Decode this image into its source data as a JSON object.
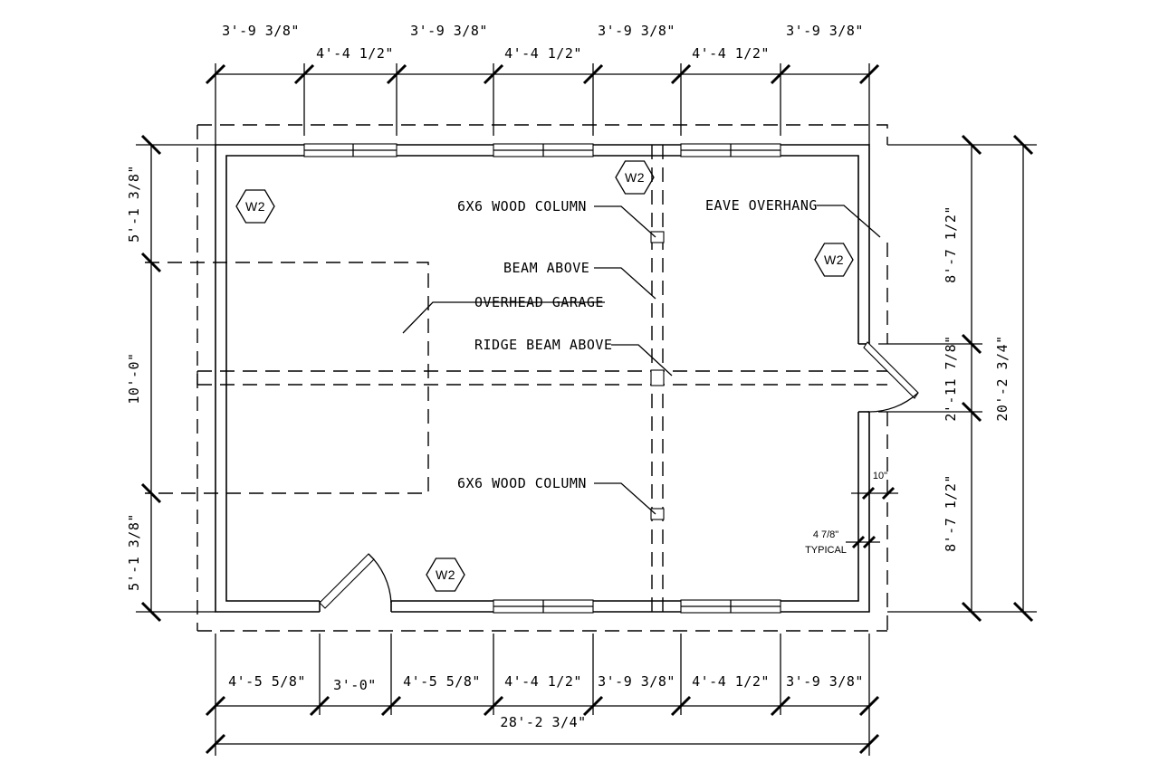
{
  "dimensions": {
    "top_upper": [
      "3'-9 3/8\"",
      "3'-9 3/8\"",
      "3'-9 3/8\"",
      "3'-9 3/8\""
    ],
    "top_lower": [
      "4'-4 1/2\"",
      "4'-4 1/2\"",
      "4'-4 1/2\""
    ],
    "bottom": [
      "4'-5 5/8\"",
      "3'-0\"",
      "4'-5 5/8\"",
      "4'-4 1/2\"",
      "3'-9 3/8\"",
      "4'-4 1/2\"",
      "3'-9 3/8\""
    ],
    "bottom_total": "28'-2 3/4\"",
    "left": [
      "5'-1 3/8\"",
      "10'-0\"",
      "5'-1 3/8\""
    ],
    "right_inner": [
      "8'-7 1/2\"",
      "2'-11 7/8\"",
      "8'-7 1/2\""
    ],
    "right_total": "20'-2 3/4\"",
    "wall_offset": "10\"",
    "wall_thickness": "4 7/8\"",
    "wall_thickness_note": "TYPICAL"
  },
  "labels": {
    "column_top": "6X6 WOOD COLUMN",
    "beam": "BEAM ABOVE",
    "garage": "OVERHEAD GARAGE",
    "ridge": "RIDGE BEAM ABOVE",
    "column_bottom": "6X6 WOOD COLUMN",
    "eave": "EAVE OVERHANG"
  },
  "tags": [
    "W2",
    "W2",
    "W2",
    "W2"
  ]
}
